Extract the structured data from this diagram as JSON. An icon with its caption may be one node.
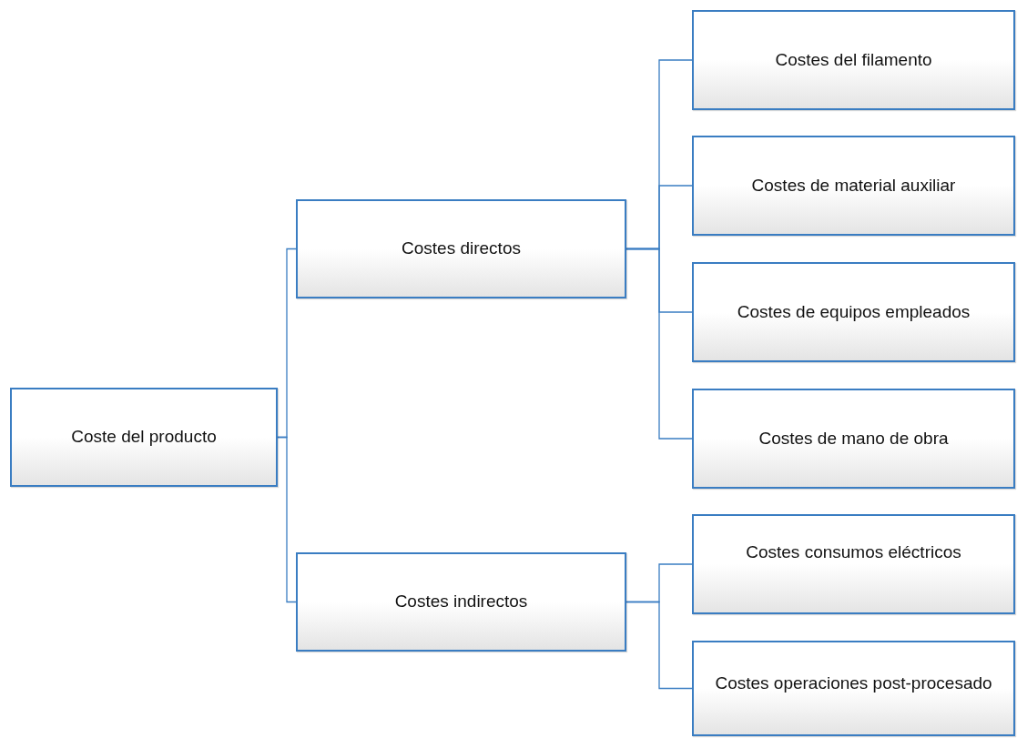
{
  "diagram": {
    "nodes": [
      {
        "text": [
          "Coste del producto"
        ]
      },
      {
        "text": [
          "Costes directos"
        ]
      },
      {
        "text": [
          "Costes indirectos"
        ]
      },
      {
        "text": [
          "Costes del filamento"
        ]
      },
      {
        "text": [
          "Costes de material auxiliar"
        ]
      },
      {
        "text": [
          "Costes de equipos empleados"
        ]
      },
      {
        "text": [
          "Costes de mano de obra"
        ]
      },
      {
        "text": [
          "Costes consumos eléctricos"
        ]
      },
      {
        "text": [
          "Costes operaciones post-procesado"
        ]
      }
    ],
    "edges": [
      {
        "from": 0,
        "to": 1,
        "arrow": "none"
      },
      {
        "from": 0,
        "to": 2,
        "arrow": "none"
      },
      {
        "from": 1,
        "to": 3,
        "arrow": "none"
      },
      {
        "from": 1,
        "to": 4,
        "arrow": "none"
      },
      {
        "from": 1,
        "to": 5,
        "arrow": "none"
      },
      {
        "from": 1,
        "to": 6,
        "arrow": "none"
      },
      {
        "from": 2,
        "to": 7,
        "arrow": "none"
      },
      {
        "from": 2,
        "to": 8,
        "arrow": "none"
      }
    ]
  }
}
